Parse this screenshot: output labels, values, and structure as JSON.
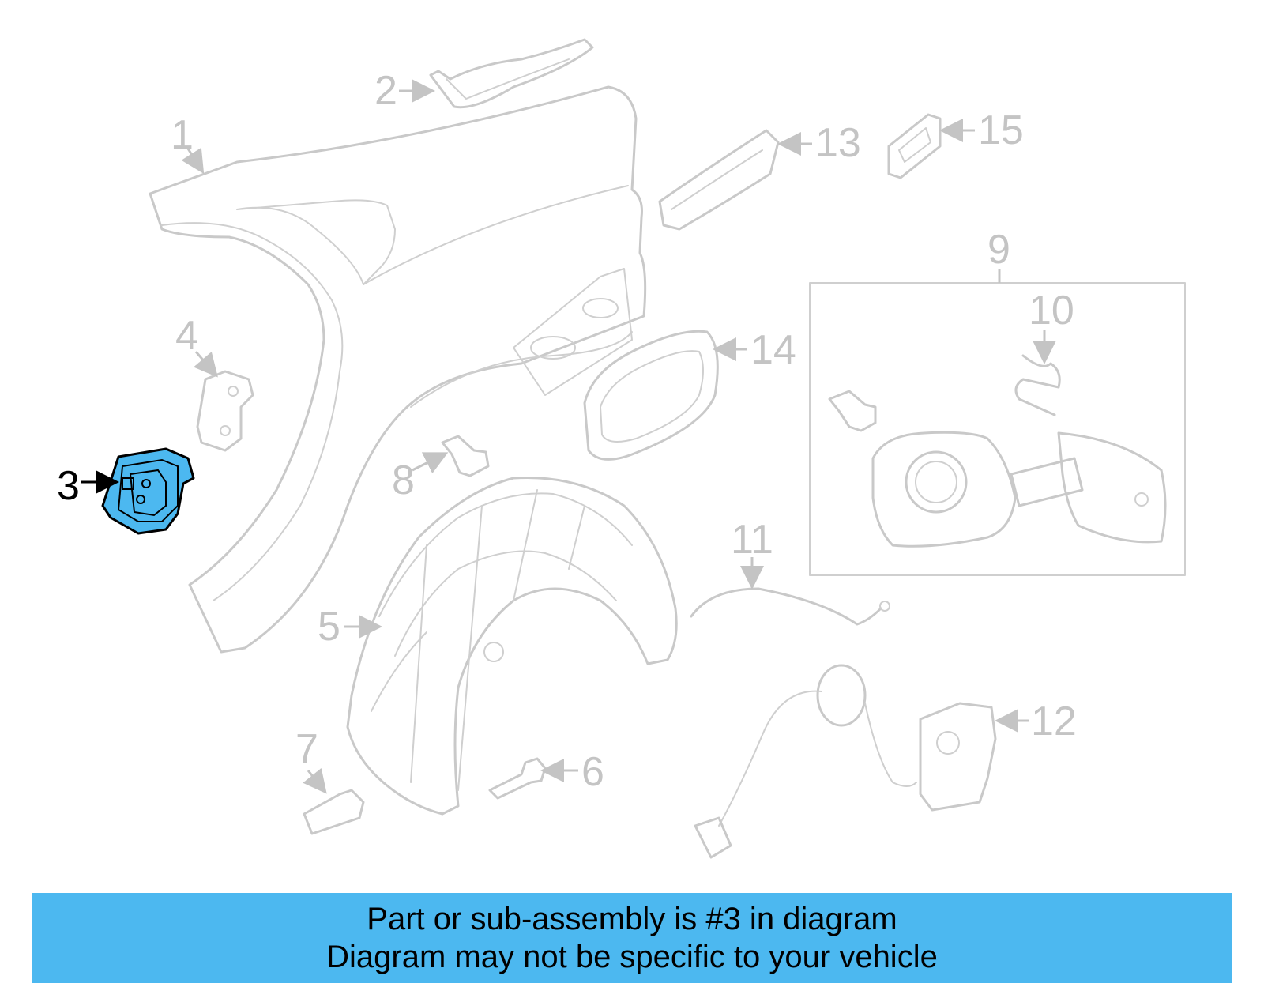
{
  "diagram": {
    "highlight_color": "#4cb8f0",
    "highlighted_part": "3",
    "callouts": {
      "c1": "1",
      "c2": "2",
      "c3": "3",
      "c4": "4",
      "c5": "5",
      "c6": "6",
      "c7": "7",
      "c8": "8",
      "c9": "9",
      "c10": "10",
      "c11": "11",
      "c12": "12",
      "c13": "13",
      "c14": "14",
      "c15": "15"
    }
  },
  "banner": {
    "line1": "Part or sub-assembly is #3 in diagram",
    "line2": "Diagram may not be specific to your vehicle",
    "background": "#4cb8f0"
  }
}
